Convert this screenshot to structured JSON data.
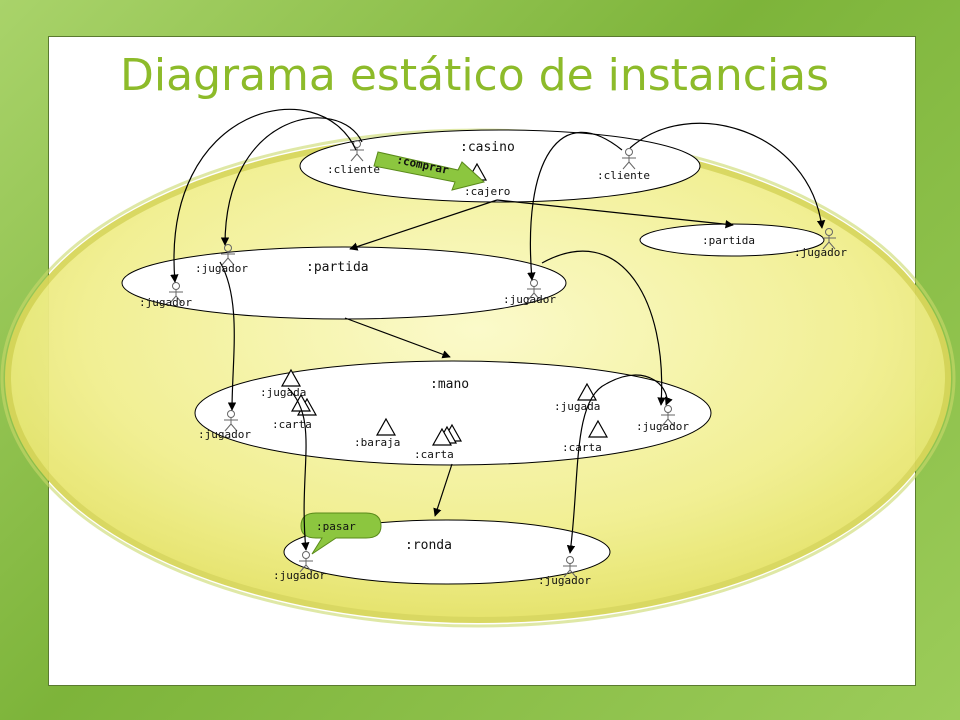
{
  "title": "Diagrama estático de instancias",
  "colors": {
    "title": "#8dbb2a",
    "background_green": "#8fc24a",
    "big_ellipse": "#f3f29a",
    "badge": "#8cc63f"
  },
  "instances": {
    "casino": ":casino",
    "cliente_left": ":cliente",
    "cliente_right": ":cliente",
    "cajero": ":cajero",
    "partida_main": ":partida",
    "partida_small": ":partida",
    "jugador_partida_top": ":jugador",
    "jugador_partida_left": ":jugador",
    "jugador_partida_right": ":jugador",
    "jugador_outside": ":jugador",
    "mano": ":mano",
    "jugada_left": ":jugada",
    "carta_left": ":carta",
    "jugador_mano_left": ":jugador",
    "baraja": ":baraja",
    "carta_center": ":carta",
    "jugada_right": ":jugada",
    "carta_right": ":carta",
    "jugador_mano_right": ":jugador",
    "ronda": ":ronda",
    "jugador_ronda_left": ":jugador",
    "jugador_ronda_right": ":jugador"
  },
  "messages": {
    "comprar": ":comprar",
    "pasar": ":pasar"
  }
}
